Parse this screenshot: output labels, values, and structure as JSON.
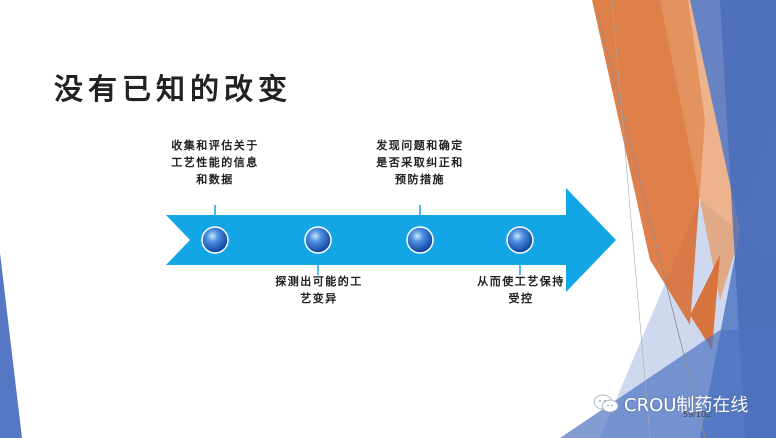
{
  "slide": {
    "title": "没有已知的改变",
    "steps_top": [
      {
        "text": "收集和评估关于工艺性能的信息和数据"
      },
      {
        "text": "发现问题和确定是否采取纠正和预防措施"
      }
    ],
    "steps_bottom": [
      {
        "text": "探测出可能的工艺变异"
      },
      {
        "text": "从而使工艺保持受控"
      }
    ],
    "page_number": "59/102",
    "watermark": "CROU制药在线"
  },
  "colors": {
    "arrow": "#13a6e6",
    "orange": "#d9692a",
    "blue_panel": "#5b7fc8",
    "light_blue": "#c9d5ee"
  },
  "icons": {
    "milestone": "blue-orb-icon",
    "watermark": "wechat-icon"
  }
}
